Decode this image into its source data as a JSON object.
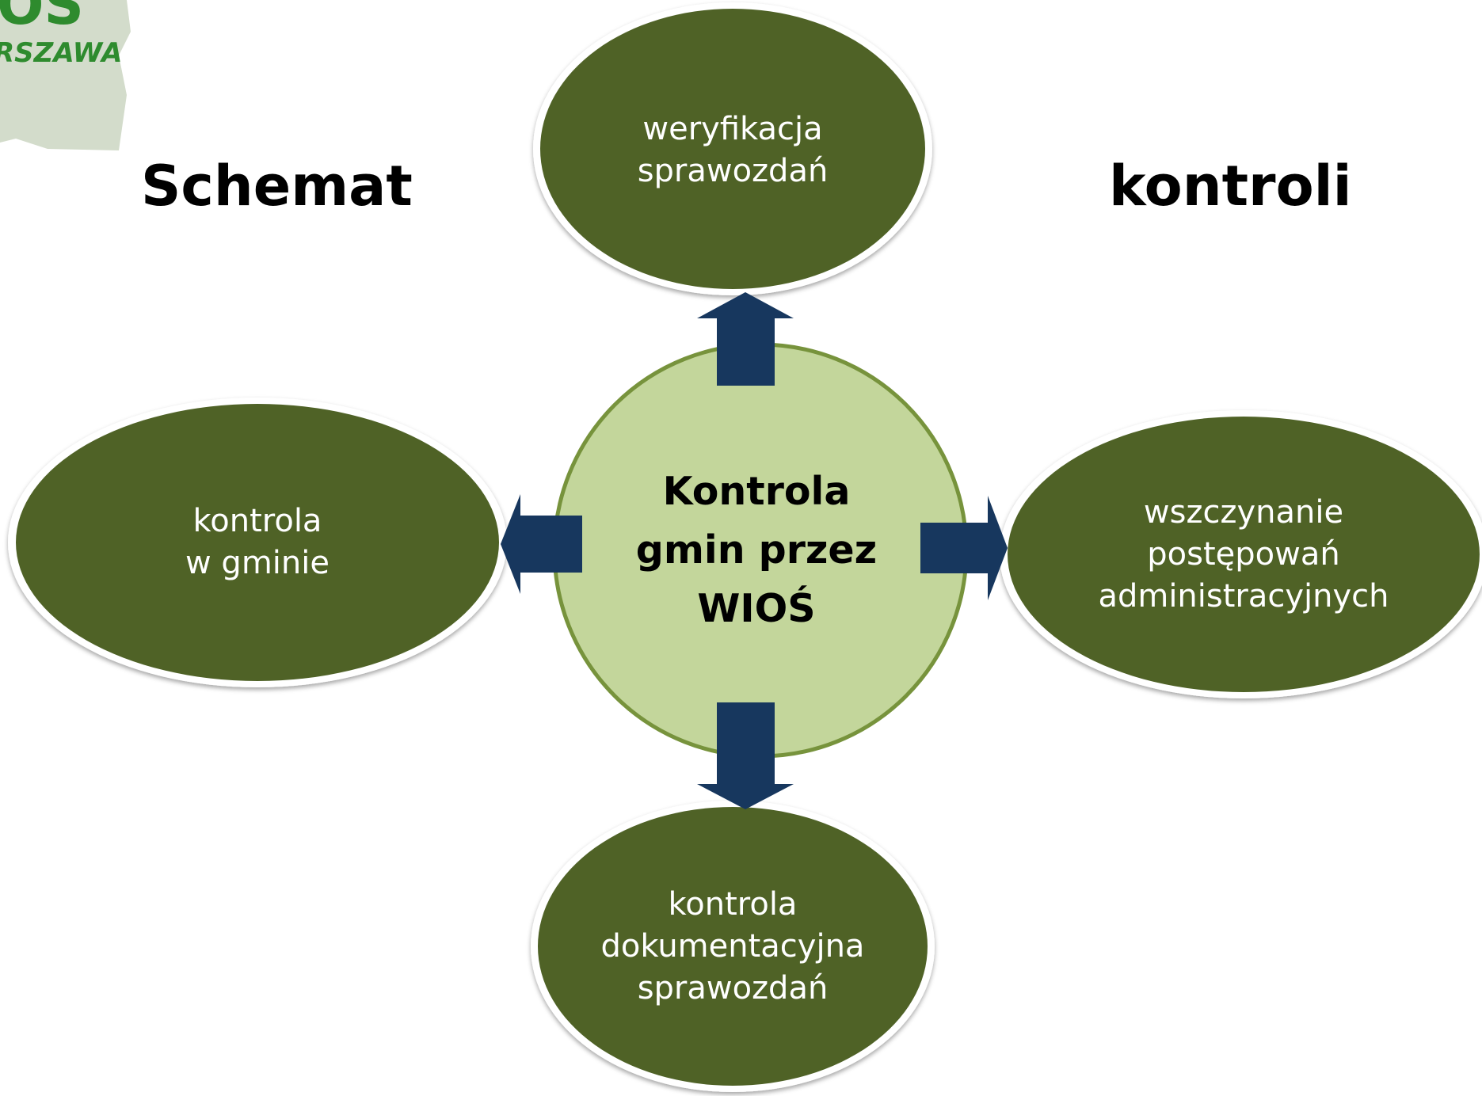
{
  "logo": {
    "name": "WIOŚ Warszawa",
    "text_top": "IOS",
    "text_bottom": "RSZAWA"
  },
  "title": {
    "left": "Schemat",
    "right": "kontroli"
  },
  "center_node": {
    "lines": [
      "Kontrola",
      "gmin przez",
      "WIOŚ"
    ]
  },
  "nodes": {
    "top": {
      "lines": [
        "weryfikacja",
        "sprawozdań"
      ]
    },
    "left": {
      "lines": [
        "kontrola",
        "w gminie"
      ]
    },
    "right": {
      "lines": [
        "wszczynanie",
        "postępowań",
        "administracyjnych"
      ]
    },
    "bottom": {
      "lines": [
        "kontrola",
        "dokumentacyjna",
        "sprawozdań"
      ]
    }
  },
  "colors": {
    "node_fill": "#4f6228",
    "center_fill": "#c3d69b",
    "center_stroke": "#77933c",
    "arrow_fill": "#17375e",
    "logo_green": "#2e8b2e",
    "logo_map": "#d3dccb"
  }
}
